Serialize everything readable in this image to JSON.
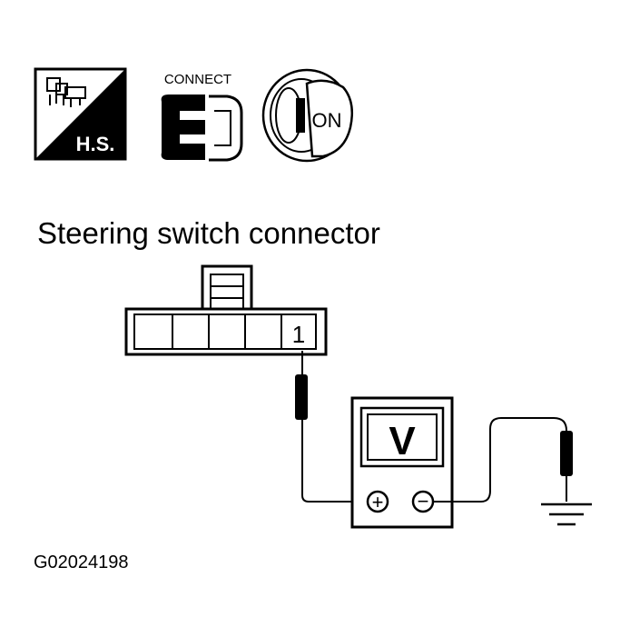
{
  "icons": {
    "harness_symbol": {
      "icon": "harness-hs-icon",
      "text": "H.S."
    },
    "connect_symbol": {
      "icon": "connector-connect-icon",
      "label": "CONNECT"
    },
    "ignition_symbol": {
      "icon": "ignition-key-on-icon",
      "text": "ON"
    }
  },
  "diagram": {
    "title": "Steering switch connector",
    "terminal_label": "1",
    "meter_label": "V",
    "plus_symbol": "+",
    "minus_symbol": "−"
  },
  "figure_id": "G02024198",
  "colors": {
    "ink": "#000000",
    "paper": "#ffffff"
  }
}
